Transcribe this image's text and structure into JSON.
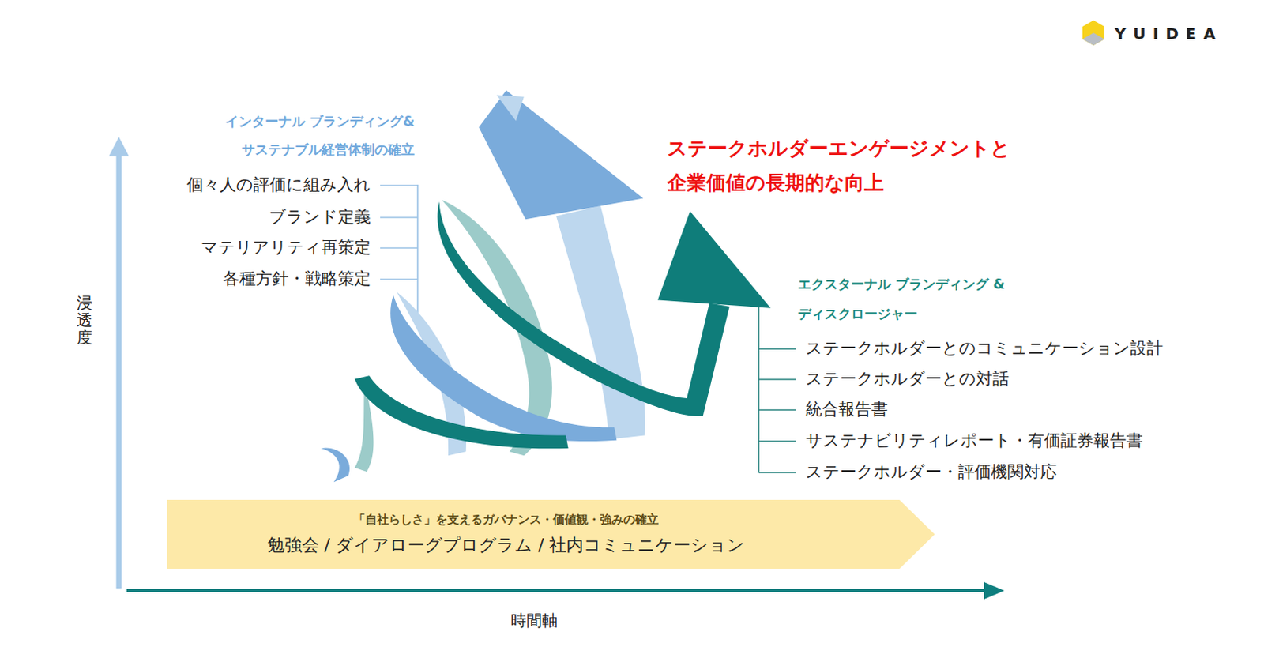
{
  "diagram": {
    "nodes": [
      {
        "text": [
          "「自社らしさ」を支えるガバナンス・価値観・強みの確立",
          "勉強会 / ダイアローグプログラム / 社内コミュニケーション"
        ]
      }
    ],
    "labels": [
      "YUIDEA",
      "インターナル ブランディング& サステナブル経営体制の確立",
      "個々人の評価に組み入れ",
      "ブランド定義",
      "マテリアリティ再策定",
      "各種方針・戦略策定",
      "ステークホルダーエンゲージメントと 企業価値の長期的な向上",
      "エクスターナル ブランディング &ディスクロージャー",
      "ステークホルダーとのコミュニケーション設計",
      "ステークホルダーとの対話",
      "統合報告書",
      "サステナビリティレポート・有価証券報告書",
      "ステークホルダー・評価機関対応",
      "浸透度",
      "時間軸"
    ]
  }
}
